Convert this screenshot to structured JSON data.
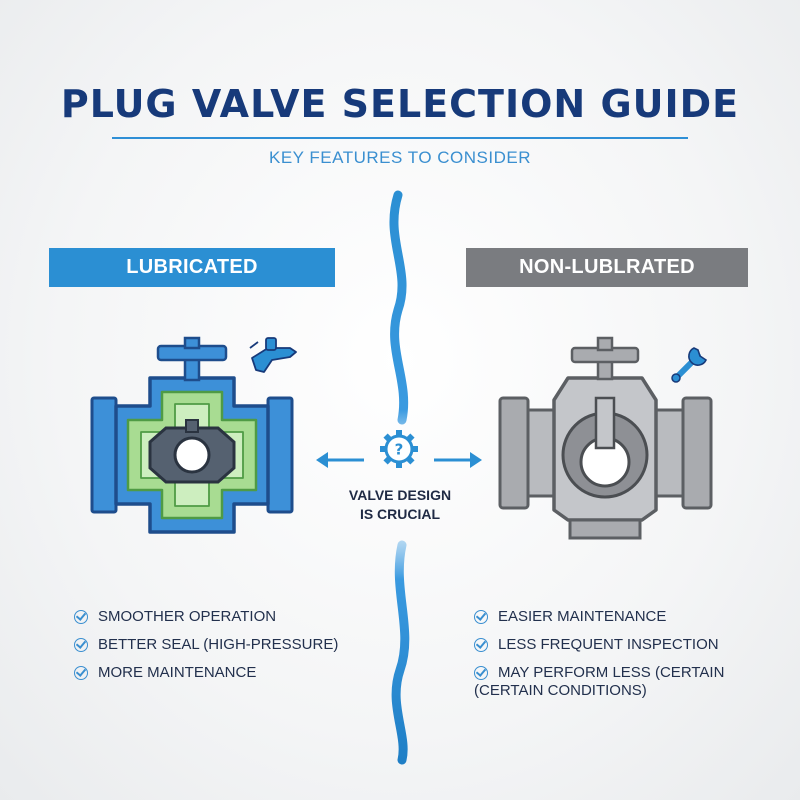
{
  "title": "PLUG VALVE SELECTION GUIDE",
  "subtitle": "KEY FEATURES TO CONSIDER",
  "left_panel": {
    "banner": "LUBRICATED",
    "features": [
      "SMOOTHER OPERATION",
      "BETTER SEAL (HIGH-PRESSURE)",
      "MORE MAINTENANCE"
    ]
  },
  "right_panel": {
    "banner": "NON-LUBLRATED",
    "features": [
      "EASIER MAINTENANCE",
      "LESS FREQUENT INSPECTION"
    ],
    "last_feature_line1": "MAY PERFORM LESS (CERTAIN",
    "last_feature_line2": "(CERTAIN CONDITIONS)"
  },
  "center": {
    "line1": "VALVE DESIGN",
    "line2": "IS CRUCIAL",
    "icon": "question-gear-icon"
  },
  "colors": {
    "title": "#173a7a",
    "accent_blue": "#2b8fd3",
    "gray_banner": "#7a7c80",
    "lubricant_green": "#9fd48a",
    "check": "#3a8fd0"
  }
}
